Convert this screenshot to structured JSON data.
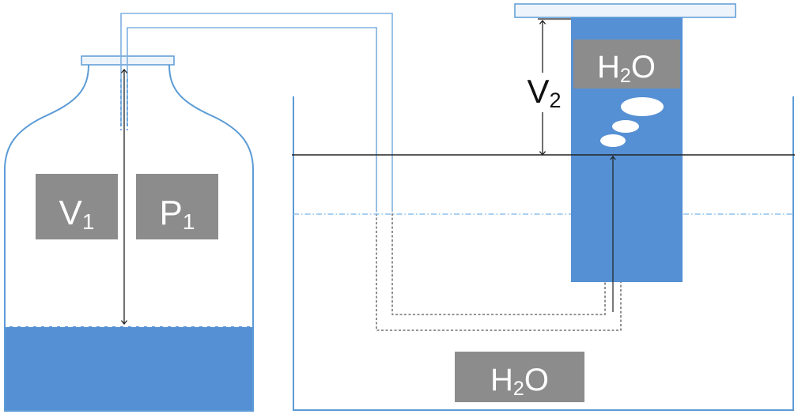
{
  "diagram": {
    "bottle_label_volume": {
      "base": "V",
      "sub": "1"
    },
    "bottle_label_pressure": {
      "base": "P",
      "sub": "1"
    },
    "cylinder_label_volume": {
      "base": "V",
      "sub": "2"
    },
    "cylinder_label_water": {
      "base": "H",
      "sub": "2",
      "rest": "O"
    },
    "trough_label_water": {
      "base": "H",
      "sub": "2",
      "rest": "O"
    }
  },
  "colors": {
    "water_fill": "#5590d4",
    "outline_blue": "#5b9bd5",
    "label_box": "#8c8c8c",
    "dark_line": "#222222"
  }
}
